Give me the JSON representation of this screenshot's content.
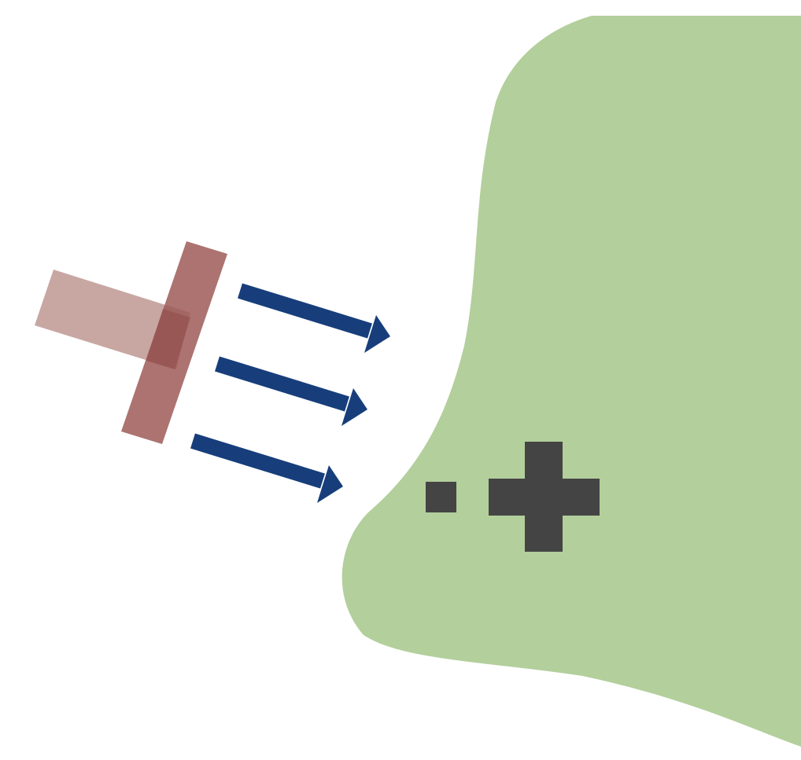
{
  "diagram": {
    "colors": {
      "background": "#ffffff",
      "region": "#b3cf9c",
      "emitter_handle": "#b58a84",
      "emitter_plate": "#9e5a57",
      "emitter_overlap": "#8e4a4a",
      "arrow": "#173e7b",
      "particle": "#444444"
    },
    "emitter": {
      "icon": "emitter-t-shape"
    },
    "arrows": {
      "count": 3,
      "icon": "arrow-right"
    },
    "particles": [
      {
        "icon": "small-square"
      },
      {
        "icon": "cross"
      }
    ]
  }
}
